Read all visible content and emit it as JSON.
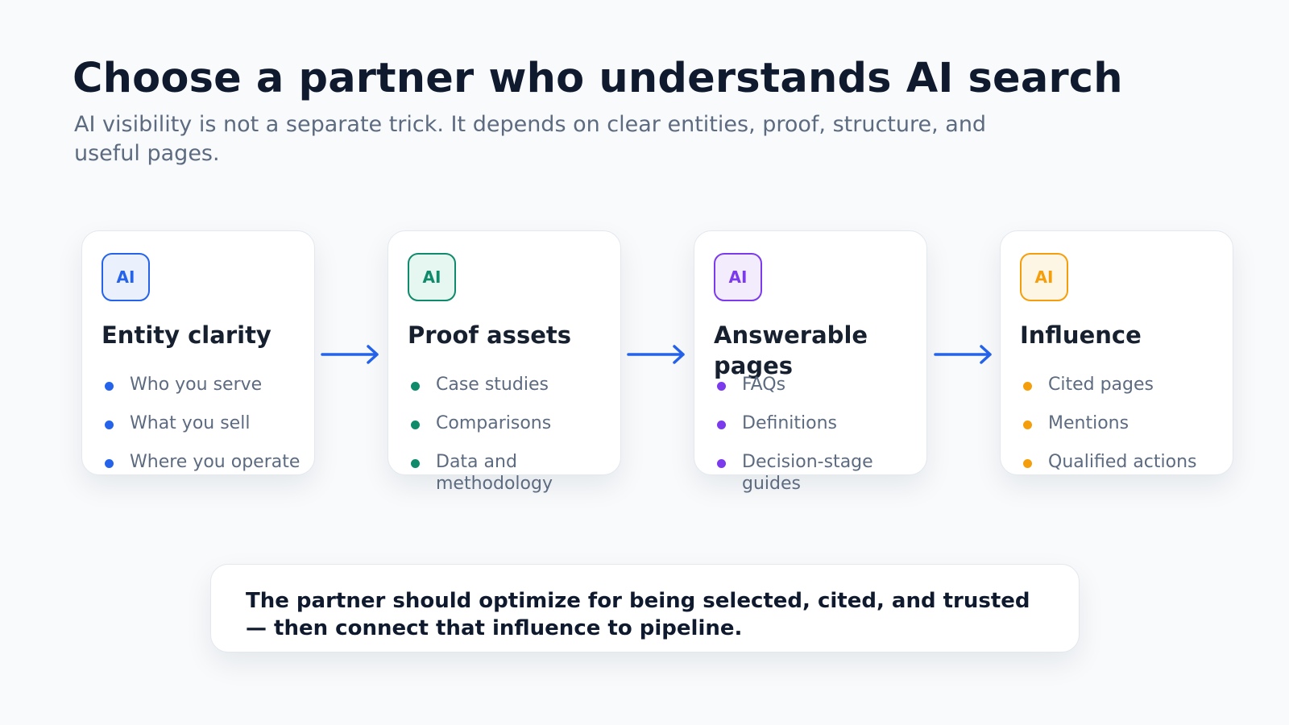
{
  "header": {
    "title": "Choose a partner who understands AI search",
    "subtitle": "AI visibility is not a separate trick. It depends on clear entities, proof, structure, and useful pages."
  },
  "cards": [
    {
      "badge": "AI",
      "title": "Entity clarity",
      "accent": "#2563eb",
      "badge_bg": "#eaf1fd",
      "items": [
        "Who you serve",
        "What you sell",
        "Where you operate"
      ]
    },
    {
      "badge": "AI",
      "title": "Proof assets",
      "accent": "#0f8a6a",
      "badge_bg": "#e6f6f1",
      "items": [
        "Case studies",
        "Comparisons",
        "Data and methodology"
      ]
    },
    {
      "badge": "AI",
      "title": "Answerable pages",
      "accent": "#7c3aed",
      "badge_bg": "#f3ecfd",
      "items": [
        "FAQs",
        "Definitions",
        "Decision-stage guides"
      ]
    },
    {
      "badge": "AI",
      "title": "Influence",
      "accent": "#f59e0b",
      "badge_bg": "#fef6e4",
      "items": [
        "Cited pages",
        "Mentions",
        "Qualified actions"
      ]
    }
  ],
  "arrow_color": "#2563eb",
  "callout": {
    "text": "The partner should optimize for being selected, cited, and trusted — then connect that influence to pipeline."
  }
}
